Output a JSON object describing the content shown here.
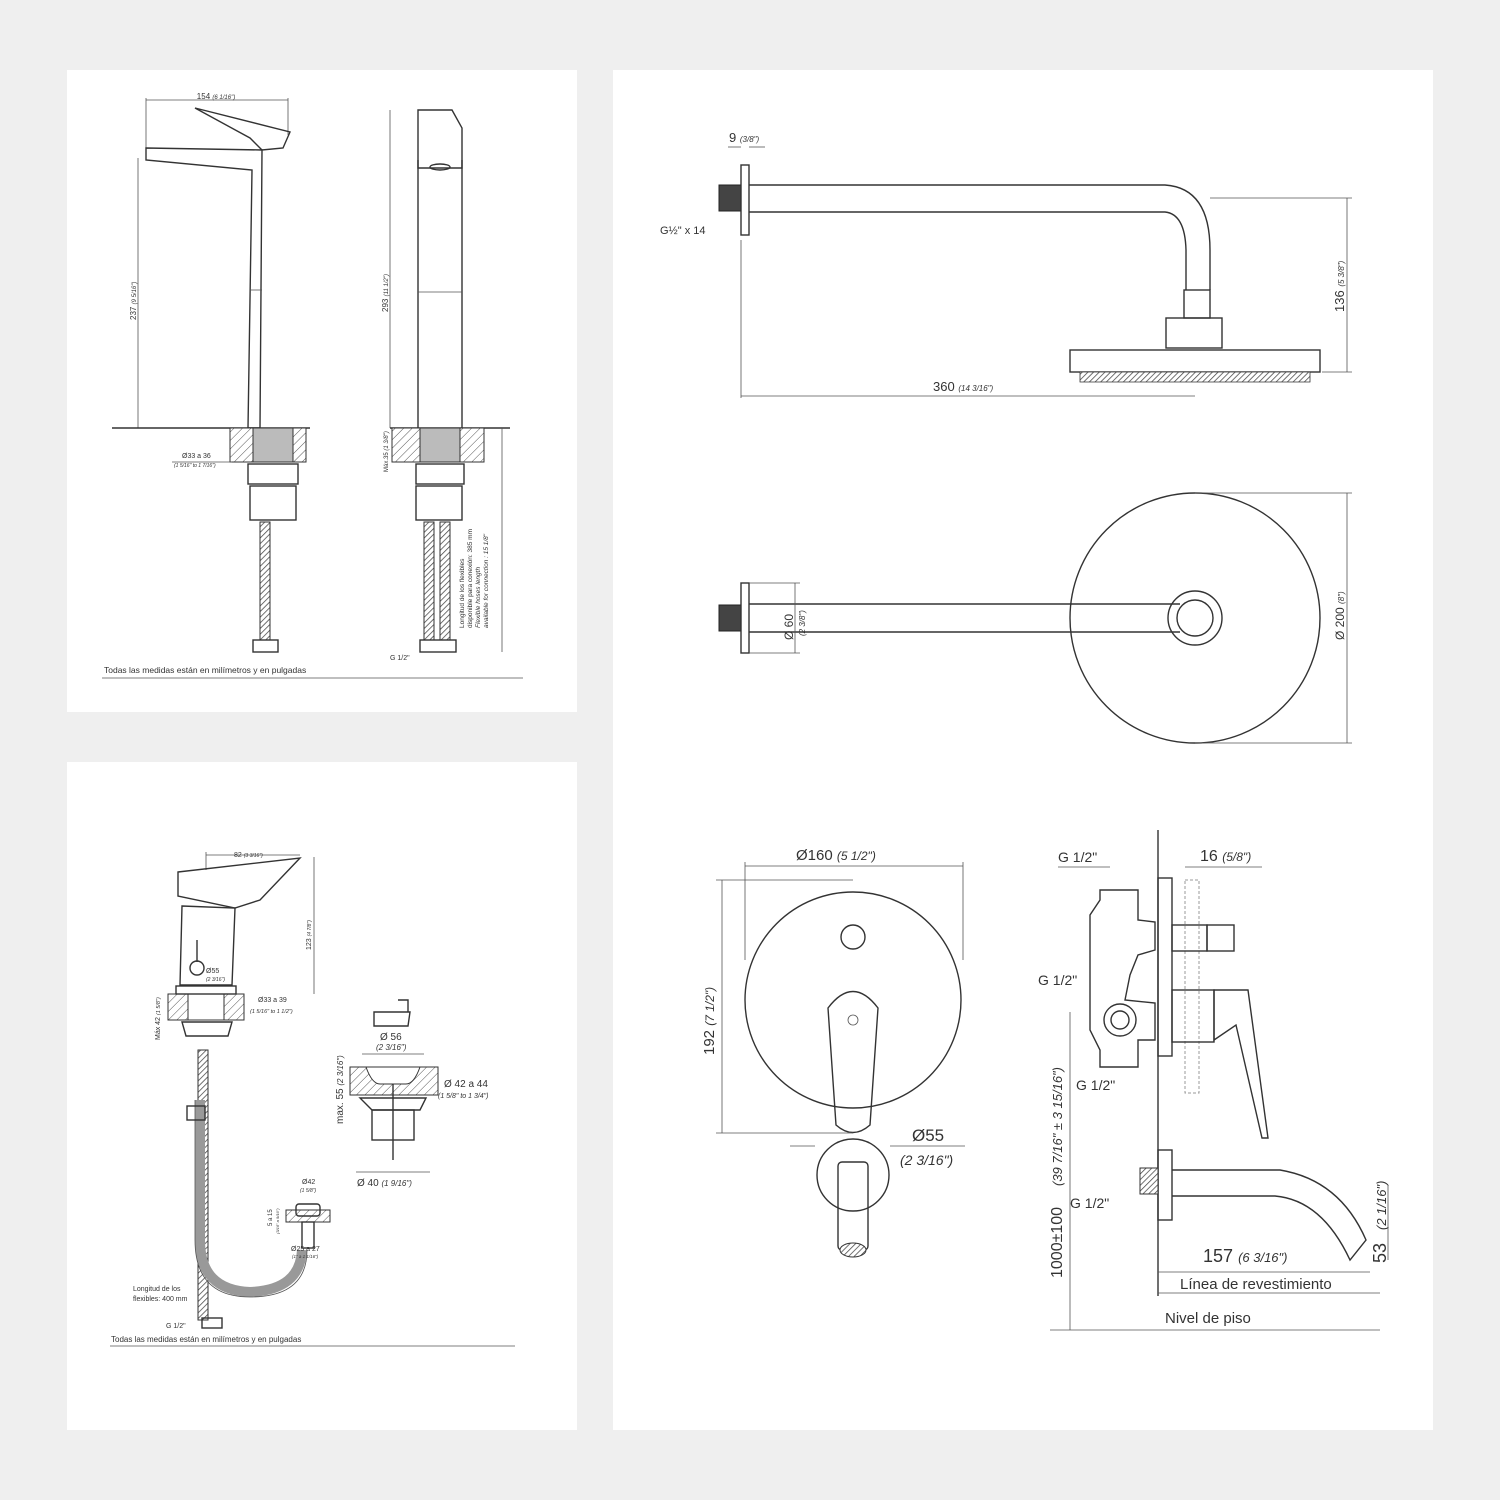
{
  "basin_tall": {
    "width_dim": "154",
    "width_dim_in": "(6 1/16\")",
    "height_dim": "237",
    "height_dim_in": "(9 5/16\")",
    "total_height_dim": "293",
    "total_height_dim_in": "(11 1/2\")",
    "hole_dim": "Ø33 a 36",
    "hole_dim_in": "(1 5/16\" to 1 7/16\")",
    "max_thickness": "Máx.35",
    "max_thickness_in": "(1 3/8\")",
    "hose_note_es_1": "Longitud de los flexibles",
    "hose_note_es_2": "disponible para conexión: 385 mm",
    "hose_note_en_1": "Flexible hoses length",
    "hose_note_en_2": "available for connection : 15 1/8\"",
    "thread": "G 1/2\"",
    "footer": "Todas las medidas están en milímetros y en pulgadas"
  },
  "basin_short": {
    "width_dim": "82",
    "width_dim_in": "(3 3/16\")",
    "height_dim": "123",
    "height_dim_in": "(4 7/8\")",
    "base_dim": "Ø55",
    "base_dim_in": "(2 3/16\")",
    "hole_dim": "Ø33 a 39",
    "hole_dim_in": "(1 5/16\" to 1 1/2\")",
    "max_thickness": "Máx 42",
    "max_thickness_in": "(1 5/8\")",
    "drain_top_dim": "Ø 56",
    "drain_top_dim_in": "(2 3/16\")",
    "drain_hole_dim": "Ø 42 a 44",
    "drain_hole_dim_in": "(1 5/8\" to 1 3/4\")",
    "drain_max": "max. 55",
    "drain_max_in": "(2 3/16\")",
    "drain_bottom_dim": "Ø 40",
    "drain_bottom_dim_in": "(1 9/16\")",
    "small_top_dim": "Ø42",
    "small_top_dim_in": "(1 5/8\")",
    "small_thickness": "5 a 15",
    "small_thickness_in": "(3/16\" a 9/16\")",
    "small_hole_dim": "Ø25 a 27",
    "small_hole_dim_in": "(1\" a 1 1/16\")",
    "hose_note_1": "Longitud de los",
    "hose_note_2": "flexibles: 400 mm",
    "thread": "G 1/2\"",
    "footer": "Todas las medidas están en milímetros y en pulgadas"
  },
  "shower_arm": {
    "flange_dim": "9",
    "flange_dim_in": "(3/8\")",
    "thread": "G½\" x 14",
    "length_dim": "360",
    "length_dim_in": "(14 3/16\")",
    "drop_dim": "136",
    "drop_dim_in": "(5 3/8\")",
    "flange_dia": "Ø 60",
    "flange_dia_in": "(2 3/8\")",
    "head_dia": "Ø 200",
    "head_dia_in": "(8\")"
  },
  "mixer": {
    "plate_dia": "Ø160",
    "plate_dia_in": "(5 1/2\")",
    "plate_height": "192",
    "plate_height_in": "(7 1/2\")",
    "spout_dia": "Ø55",
    "spout_dia_in": "(2 3/16\")",
    "thread_top": "G 1/2\"",
    "thread_mid": "G 1/2\"",
    "thread_low": "G 1/2\"",
    "thread_spout": "G 1/2\"",
    "depth_dim": "16",
    "depth_dim_in": "(5/8\")",
    "floor_height": "1000±100",
    "floor_height_in": "(39 7/16\" ± 3 15/16\")",
    "spout_len": "157",
    "spout_len_in": "(6 3/16\")",
    "spout_drop": "53",
    "spout_drop_in": "(2 1/16\")",
    "wall_line": "Línea de revestimiento",
    "floor_line": "Nivel de piso"
  }
}
